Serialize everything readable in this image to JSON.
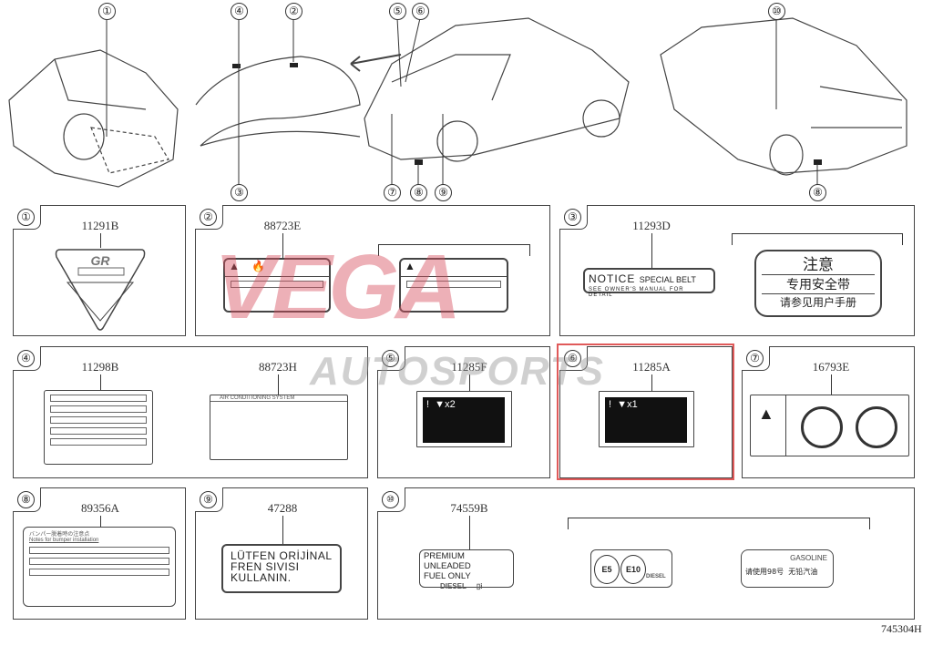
{
  "watermark": {
    "brand": "VEGA",
    "sub": "AUTOSPORTS",
    "color_red": "#e0707a",
    "color_gray": "#9a9a9a"
  },
  "callouts": [
    "①",
    "②",
    "③",
    "④",
    "⑤",
    "⑥",
    "⑦",
    "⑧",
    "⑨",
    "⑩"
  ],
  "highlight_color": "#e05a5a",
  "panels": {
    "p1": {
      "num": "①",
      "part": "11291B",
      "logo_text": "GR"
    },
    "p2": {
      "num": "②",
      "part": "88723E"
    },
    "p3": {
      "num": "③",
      "part": "11293D",
      "notice": "NOTICE",
      "notice_sub": "SPECIAL BELT",
      "notice_line2": "SEE OWNER'S MANUAL FOR DETAIL",
      "cn_title": "注意",
      "cn_line1": "专用安全带",
      "cn_line2": "请参见用户手册"
    },
    "p4": {
      "num": "④",
      "part": "11298B",
      "part2": "88723H",
      "ac_title": "AIR CONDITIONING SYSTEM"
    },
    "p5": {
      "num": "⑤",
      "part": "11285F",
      "mult": "x2"
    },
    "p6": {
      "num": "⑥",
      "part": "11285A",
      "mult": "x1"
    },
    "p7": {
      "num": "⑦",
      "part": "16793E"
    },
    "p8": {
      "num": "⑧",
      "part": "89356A",
      "header": "バンパー脱着時の注意点",
      "subheader": "Notes for bumper installation"
    },
    "p9": {
      "num": "⑨",
      "part": "47288",
      "text": "LÜTFEN ORİJİNAL FREN SIVISI KULLANIN."
    },
    "p10": {
      "num": "⑩",
      "part": "74559B",
      "fuel_line1": "PREMIUM UNLEADED",
      "fuel_line2": "FUEL  ONLY",
      "diesel": "DIESEL",
      "e5": "E5",
      "e10": "E10",
      "gasoline": "GASOLINE",
      "cn_fuel1": "请使用98号",
      "cn_fuel2": "无铅汽油"
    }
  },
  "figure_id": "745304H"
}
